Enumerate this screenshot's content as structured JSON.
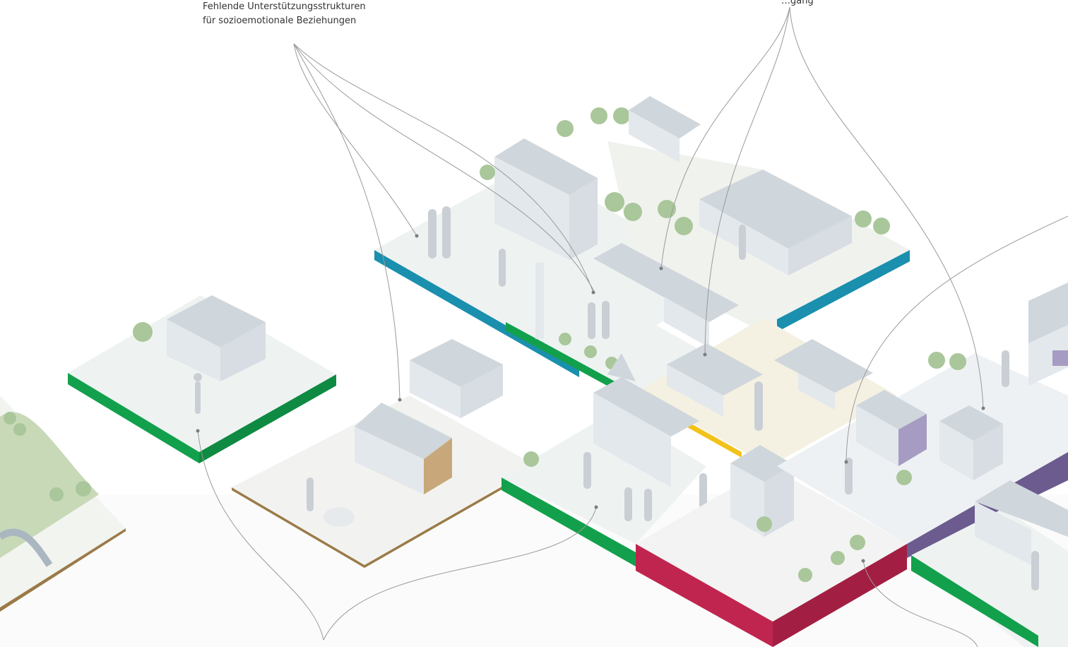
{
  "callouts": {
    "top_left_line1": "Fehlende Unterstützungsstrukturen",
    "top_left_line2": "für sozioemotionale Beziehungen",
    "top_right_partial": "…gang"
  },
  "colors": {
    "ground": "#f4f6f3",
    "slab_top": "#eef3f2",
    "blue_edge": "#1a8fae",
    "green_edge": "#12a04c",
    "yellow_edge": "#f2c21a",
    "purple_edge": "#6b5b8e",
    "crimson_edge": "#c0254f",
    "brown_edge": "#9b7a48",
    "building": "#e3e8ec",
    "building_roof": "#cfd6dc",
    "tree": "#a9c79a",
    "hill": "#c8d9b8",
    "leader_line": "#9a9a9a"
  },
  "icons": [
    "building-icon",
    "tree-icon",
    "person-icon",
    "hill-icon"
  ]
}
